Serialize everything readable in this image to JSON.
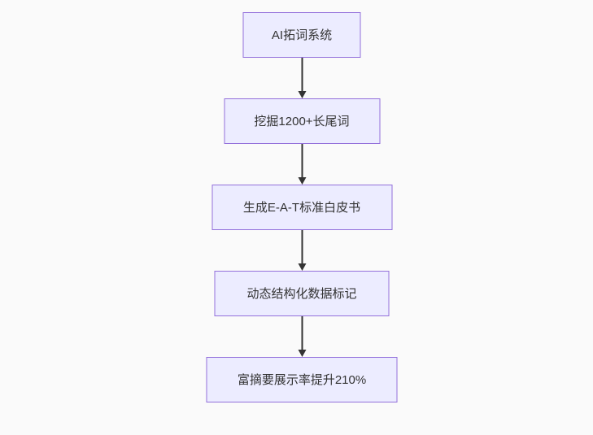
{
  "page": {
    "background_color": "#fafafa"
  },
  "diagram": {
    "type": "flowchart",
    "direction": "top-down",
    "style": {
      "node_fill": "#ECECFF",
      "node_border": "#9370DB",
      "edge_color": "#333333",
      "text_color": "#333333"
    },
    "nodes": [
      {
        "id": "step-1",
        "label": "AI拓词系统"
      },
      {
        "id": "step-2",
        "label": "挖掘1200+长尾词"
      },
      {
        "id": "step-3",
        "label": "生成E-A-T标准白皮书"
      },
      {
        "id": "step-4",
        "label": "动态结构化数据标记"
      },
      {
        "id": "step-5",
        "label": "富摘要展示率提升210%"
      }
    ],
    "edges": [
      {
        "from": "AI拓词系统",
        "to": "挖掘1200+长尾词",
        "arrow": "down"
      },
      {
        "from": "挖掘1200+长尾词",
        "to": "生成E-A-T标准白皮书",
        "arrow": "down"
      },
      {
        "from": "生成E-A-T标准白皮书",
        "to": "动态结构化数据标记",
        "arrow": "down"
      },
      {
        "from": "动态结构化数据标记",
        "to": "富摘要展示率提升210%",
        "arrow": "down"
      }
    ]
  }
}
